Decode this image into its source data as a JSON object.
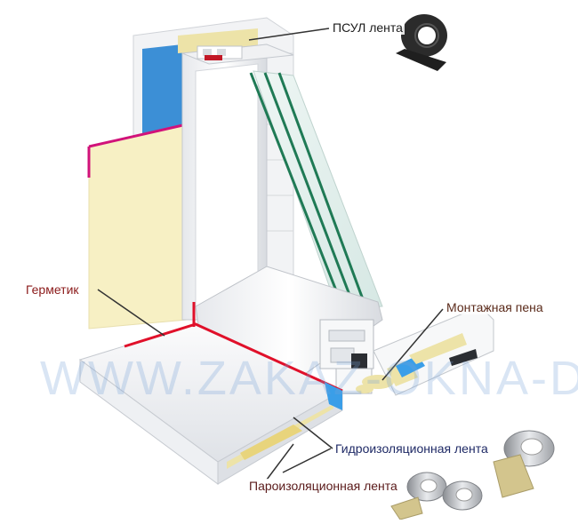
{
  "labels": {
    "psul": "ПСУЛ лента",
    "germetik": "Герметик",
    "montazh": "Монтажная пена",
    "gidro": "Гидроизоляционная лента",
    "paro": "Пароизоляционная лента"
  },
  "watermark": "WWW.ZAKAZ-OKNA-DVERI.RU",
  "colors": {
    "wall_insulation": "#f7f0c4",
    "foam": "#ede3a8",
    "vapor_tape": "#3a9ee8",
    "sealant": "#e0102a",
    "glass_edge": "#1f7a55",
    "pvc": "#f4f5f7",
    "label_dark": "#1a1a1a",
    "label_red": "#8b1a1a",
    "label_blue": "#1f2a66"
  }
}
